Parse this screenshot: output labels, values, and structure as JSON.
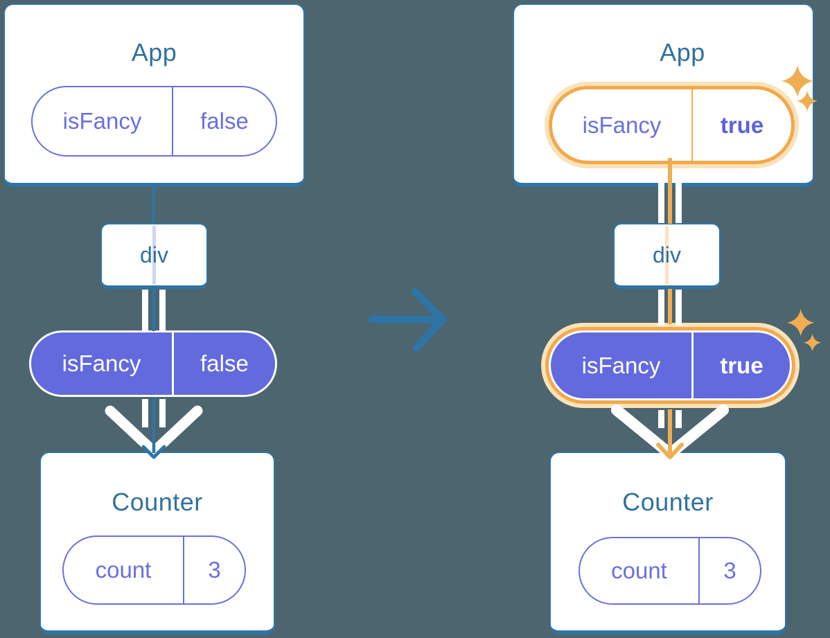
{
  "diagram": {
    "description": "React prop passing tree, before and after isFancy becomes true",
    "left": {
      "app_title": "App",
      "app_prop_name": "isFancy",
      "app_prop_value": "false",
      "div_label": "div",
      "pill_prop_name": "isFancy",
      "pill_prop_value": "false",
      "counter_title": "Counter",
      "counter_state_name": "count",
      "counter_state_value": "3"
    },
    "right": {
      "app_title": "App",
      "app_prop_name": "isFancy",
      "app_prop_value": "true",
      "div_label": "div",
      "pill_prop_name": "isFancy",
      "pill_prop_value": "true",
      "counter_title": "Counter",
      "counter_state_name": "count",
      "counter_state_value": "3"
    },
    "icons": [
      "transform-arrow-icon",
      "sparkle-icon"
    ],
    "colors": {
      "background": "#4c656f",
      "card_border": "#2e75a6",
      "title_text": "#30719f",
      "purple_fill": "#626add",
      "purple_text": "#6a70dd",
      "orange_ring": "#f2a94c",
      "orange_ring_light": "#fbe2b8",
      "orange_line": "#f0ad52",
      "sparkle": "#f0ad52",
      "pass_line_left": "#ccd8ee",
      "pass_line_right": "#fde3bd",
      "white": "#ffffff"
    }
  }
}
